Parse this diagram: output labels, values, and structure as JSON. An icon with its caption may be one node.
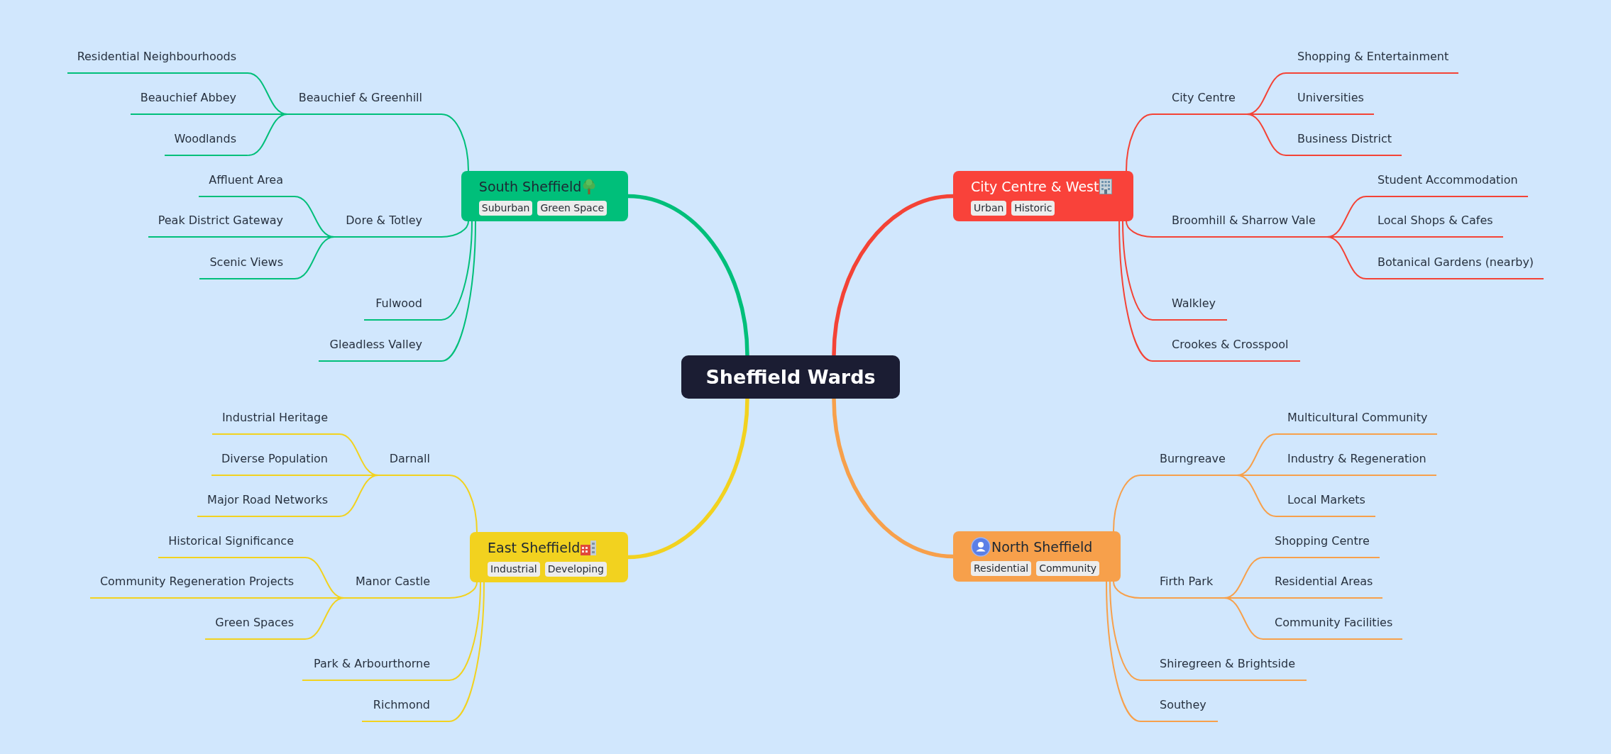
{
  "diagram": {
    "nodes": [
      {
        "text": [
          "Sheffield Wards"
        ]
      },
      {
        "text": [
          "South Sheffield",
          "Suburban",
          "Green Space"
        ]
      },
      {
        "text": [
          "Beauchief & Greenhill"
        ]
      },
      {
        "text": [
          "Residential Neighbourhoods"
        ]
      },
      {
        "text": [
          "Beauchief Abbey"
        ]
      },
      {
        "text": [
          "Woodlands"
        ]
      },
      {
        "text": [
          "Dore & Totley"
        ]
      },
      {
        "text": [
          "Affluent Area"
        ]
      },
      {
        "text": [
          "Peak District Gateway"
        ]
      },
      {
        "text": [
          "Scenic Views"
        ]
      },
      {
        "text": [
          "Fulwood"
        ]
      },
      {
        "text": [
          "Gleadless Valley"
        ]
      },
      {
        "text": [
          "City Centre & West",
          "Urban",
          "Historic"
        ]
      },
      {
        "text": [
          "City Centre"
        ]
      },
      {
        "text": [
          "Shopping & Entertainment"
        ]
      },
      {
        "text": [
          "Universities"
        ]
      },
      {
        "text": [
          "Business District"
        ]
      },
      {
        "text": [
          "Broomhill & Sharrow Vale"
        ]
      },
      {
        "text": [
          "Student Accommodation"
        ]
      },
      {
        "text": [
          "Local Shops & Cafes"
        ]
      },
      {
        "text": [
          "Botanical Gardens (nearby)"
        ]
      },
      {
        "text": [
          "Walkley"
        ]
      },
      {
        "text": [
          "Crookes & Crosspool"
        ]
      },
      {
        "text": [
          "East Sheffield",
          "Industrial",
          "Developing"
        ]
      },
      {
        "text": [
          "Darnall"
        ]
      },
      {
        "text": [
          "Industrial Heritage"
        ]
      },
      {
        "text": [
          "Diverse Population"
        ]
      },
      {
        "text": [
          "Major Road Networks"
        ]
      },
      {
        "text": [
          "Manor Castle"
        ]
      },
      {
        "text": [
          "Historical Significance"
        ]
      },
      {
        "text": [
          "Community Regeneration Projects"
        ]
      },
      {
        "text": [
          "Green Spaces"
        ]
      },
      {
        "text": [
          "Park & Arbourthorne"
        ]
      },
      {
        "text": [
          "Richmond"
        ]
      },
      {
        "text": [
          "North Sheffield",
          "Residential",
          "Community"
        ]
      },
      {
        "text": [
          "Burngreave"
        ]
      },
      {
        "text": [
          "Multicultural Community"
        ]
      },
      {
        "text": [
          "Industry & Regeneration"
        ]
      },
      {
        "text": [
          "Local Markets"
        ]
      },
      {
        "text": [
          "Firth Park"
        ]
      },
      {
        "text": [
          "Shopping Centre"
        ]
      },
      {
        "text": [
          "Residential Areas"
        ]
      },
      {
        "text": [
          "Community Facilities"
        ]
      },
      {
        "text": [
          "Shiregreen & Brightside"
        ]
      },
      {
        "text": [
          "Southey"
        ]
      }
    ],
    "edges": [
      {
        "from": 0,
        "to": 1,
        "arrow": "none",
        "style": "thick",
        "color": "#00bf7a"
      },
      {
        "from": 1,
        "to": 2,
        "arrow": "none",
        "color": "#00bf7a"
      },
      {
        "from": 2,
        "to": 3,
        "arrow": "none",
        "color": "#00bf7a"
      },
      {
        "from": 2,
        "to": 4,
        "arrow": "none",
        "color": "#00bf7a"
      },
      {
        "from": 2,
        "to": 5,
        "arrow": "none",
        "color": "#00bf7a"
      },
      {
        "from": 1,
        "to": 6,
        "arrow": "none",
        "color": "#00bf7a"
      },
      {
        "from": 6,
        "to": 7,
        "arrow": "none",
        "color": "#00bf7a"
      },
      {
        "from": 6,
        "to": 8,
        "arrow": "none",
        "color": "#00bf7a"
      },
      {
        "from": 6,
        "to": 9,
        "arrow": "none",
        "color": "#00bf7a"
      },
      {
        "from": 1,
        "to": 10,
        "arrow": "none",
        "color": "#00bf7a"
      },
      {
        "from": 1,
        "to": 11,
        "arrow": "none",
        "color": "#00bf7a"
      },
      {
        "from": 0,
        "to": 12,
        "arrow": "none",
        "style": "thick",
        "color": "#f44336"
      },
      {
        "from": 12,
        "to": 13,
        "arrow": "none",
        "color": "#f44336"
      },
      {
        "from": 13,
        "to": 14,
        "arrow": "none",
        "color": "#f44336"
      },
      {
        "from": 13,
        "to": 15,
        "arrow": "none",
        "color": "#f44336"
      },
      {
        "from": 13,
        "to": 16,
        "arrow": "none",
        "color": "#f44336"
      },
      {
        "from": 12,
        "to": 17,
        "arrow": "none",
        "color": "#f44336"
      },
      {
        "from": 17,
        "to": 18,
        "arrow": "none",
        "color": "#f44336"
      },
      {
        "from": 17,
        "to": 19,
        "arrow": "none",
        "color": "#f44336"
      },
      {
        "from": 17,
        "to": 20,
        "arrow": "none",
        "color": "#f44336"
      },
      {
        "from": 12,
        "to": 21,
        "arrow": "none",
        "color": "#f44336"
      },
      {
        "from": 12,
        "to": 22,
        "arrow": "none",
        "color": "#f44336"
      },
      {
        "from": 0,
        "to": 23,
        "arrow": "none",
        "style": "thick",
        "color": "#f2d21f"
      },
      {
        "from": 23,
        "to": 24,
        "arrow": "none",
        "color": "#f2d21f"
      },
      {
        "from": 24,
        "to": 25,
        "arrow": "none",
        "color": "#f2d21f"
      },
      {
        "from": 24,
        "to": 26,
        "arrow": "none",
        "color": "#f2d21f"
      },
      {
        "from": 24,
        "to": 27,
        "arrow": "none",
        "color": "#f2d21f"
      },
      {
        "from": 23,
        "to": 28,
        "arrow": "none",
        "color": "#f2d21f"
      },
      {
        "from": 28,
        "to": 29,
        "arrow": "none",
        "color": "#f2d21f"
      },
      {
        "from": 28,
        "to": 30,
        "arrow": "none",
        "color": "#f2d21f"
      },
      {
        "from": 28,
        "to": 31,
        "arrow": "none",
        "color": "#f2d21f"
      },
      {
        "from": 23,
        "to": 32,
        "arrow": "none",
        "color": "#f2d21f"
      },
      {
        "from": 23,
        "to": 33,
        "arrow": "none",
        "color": "#f2d21f"
      },
      {
        "from": 0,
        "to": 34,
        "arrow": "none",
        "style": "thick",
        "color": "#f7a04b"
      },
      {
        "from": 34,
        "to": 35,
        "arrow": "none",
        "color": "#f7a04b"
      },
      {
        "from": 35,
        "to": 36,
        "arrow": "none",
        "color": "#f7a04b"
      },
      {
        "from": 35,
        "to": 37,
        "arrow": "none",
        "color": "#f7a04b"
      },
      {
        "from": 35,
        "to": 38,
        "arrow": "none",
        "color": "#f7a04b"
      },
      {
        "from": 34,
        "to": 39,
        "arrow": "none",
        "color": "#f7a04b"
      },
      {
        "from": 39,
        "to": 40,
        "arrow": "none",
        "color": "#f7a04b"
      },
      {
        "from": 39,
        "to": 41,
        "arrow": "none",
        "color": "#f7a04b"
      },
      {
        "from": 39,
        "to": 42,
        "arrow": "none",
        "color": "#f7a04b"
      },
      {
        "from": 34,
        "to": 43,
        "arrow": "none",
        "color": "#f7a04b"
      },
      {
        "from": 34,
        "to": 44,
        "arrow": "none",
        "color": "#f7a04b"
      }
    ]
  }
}
